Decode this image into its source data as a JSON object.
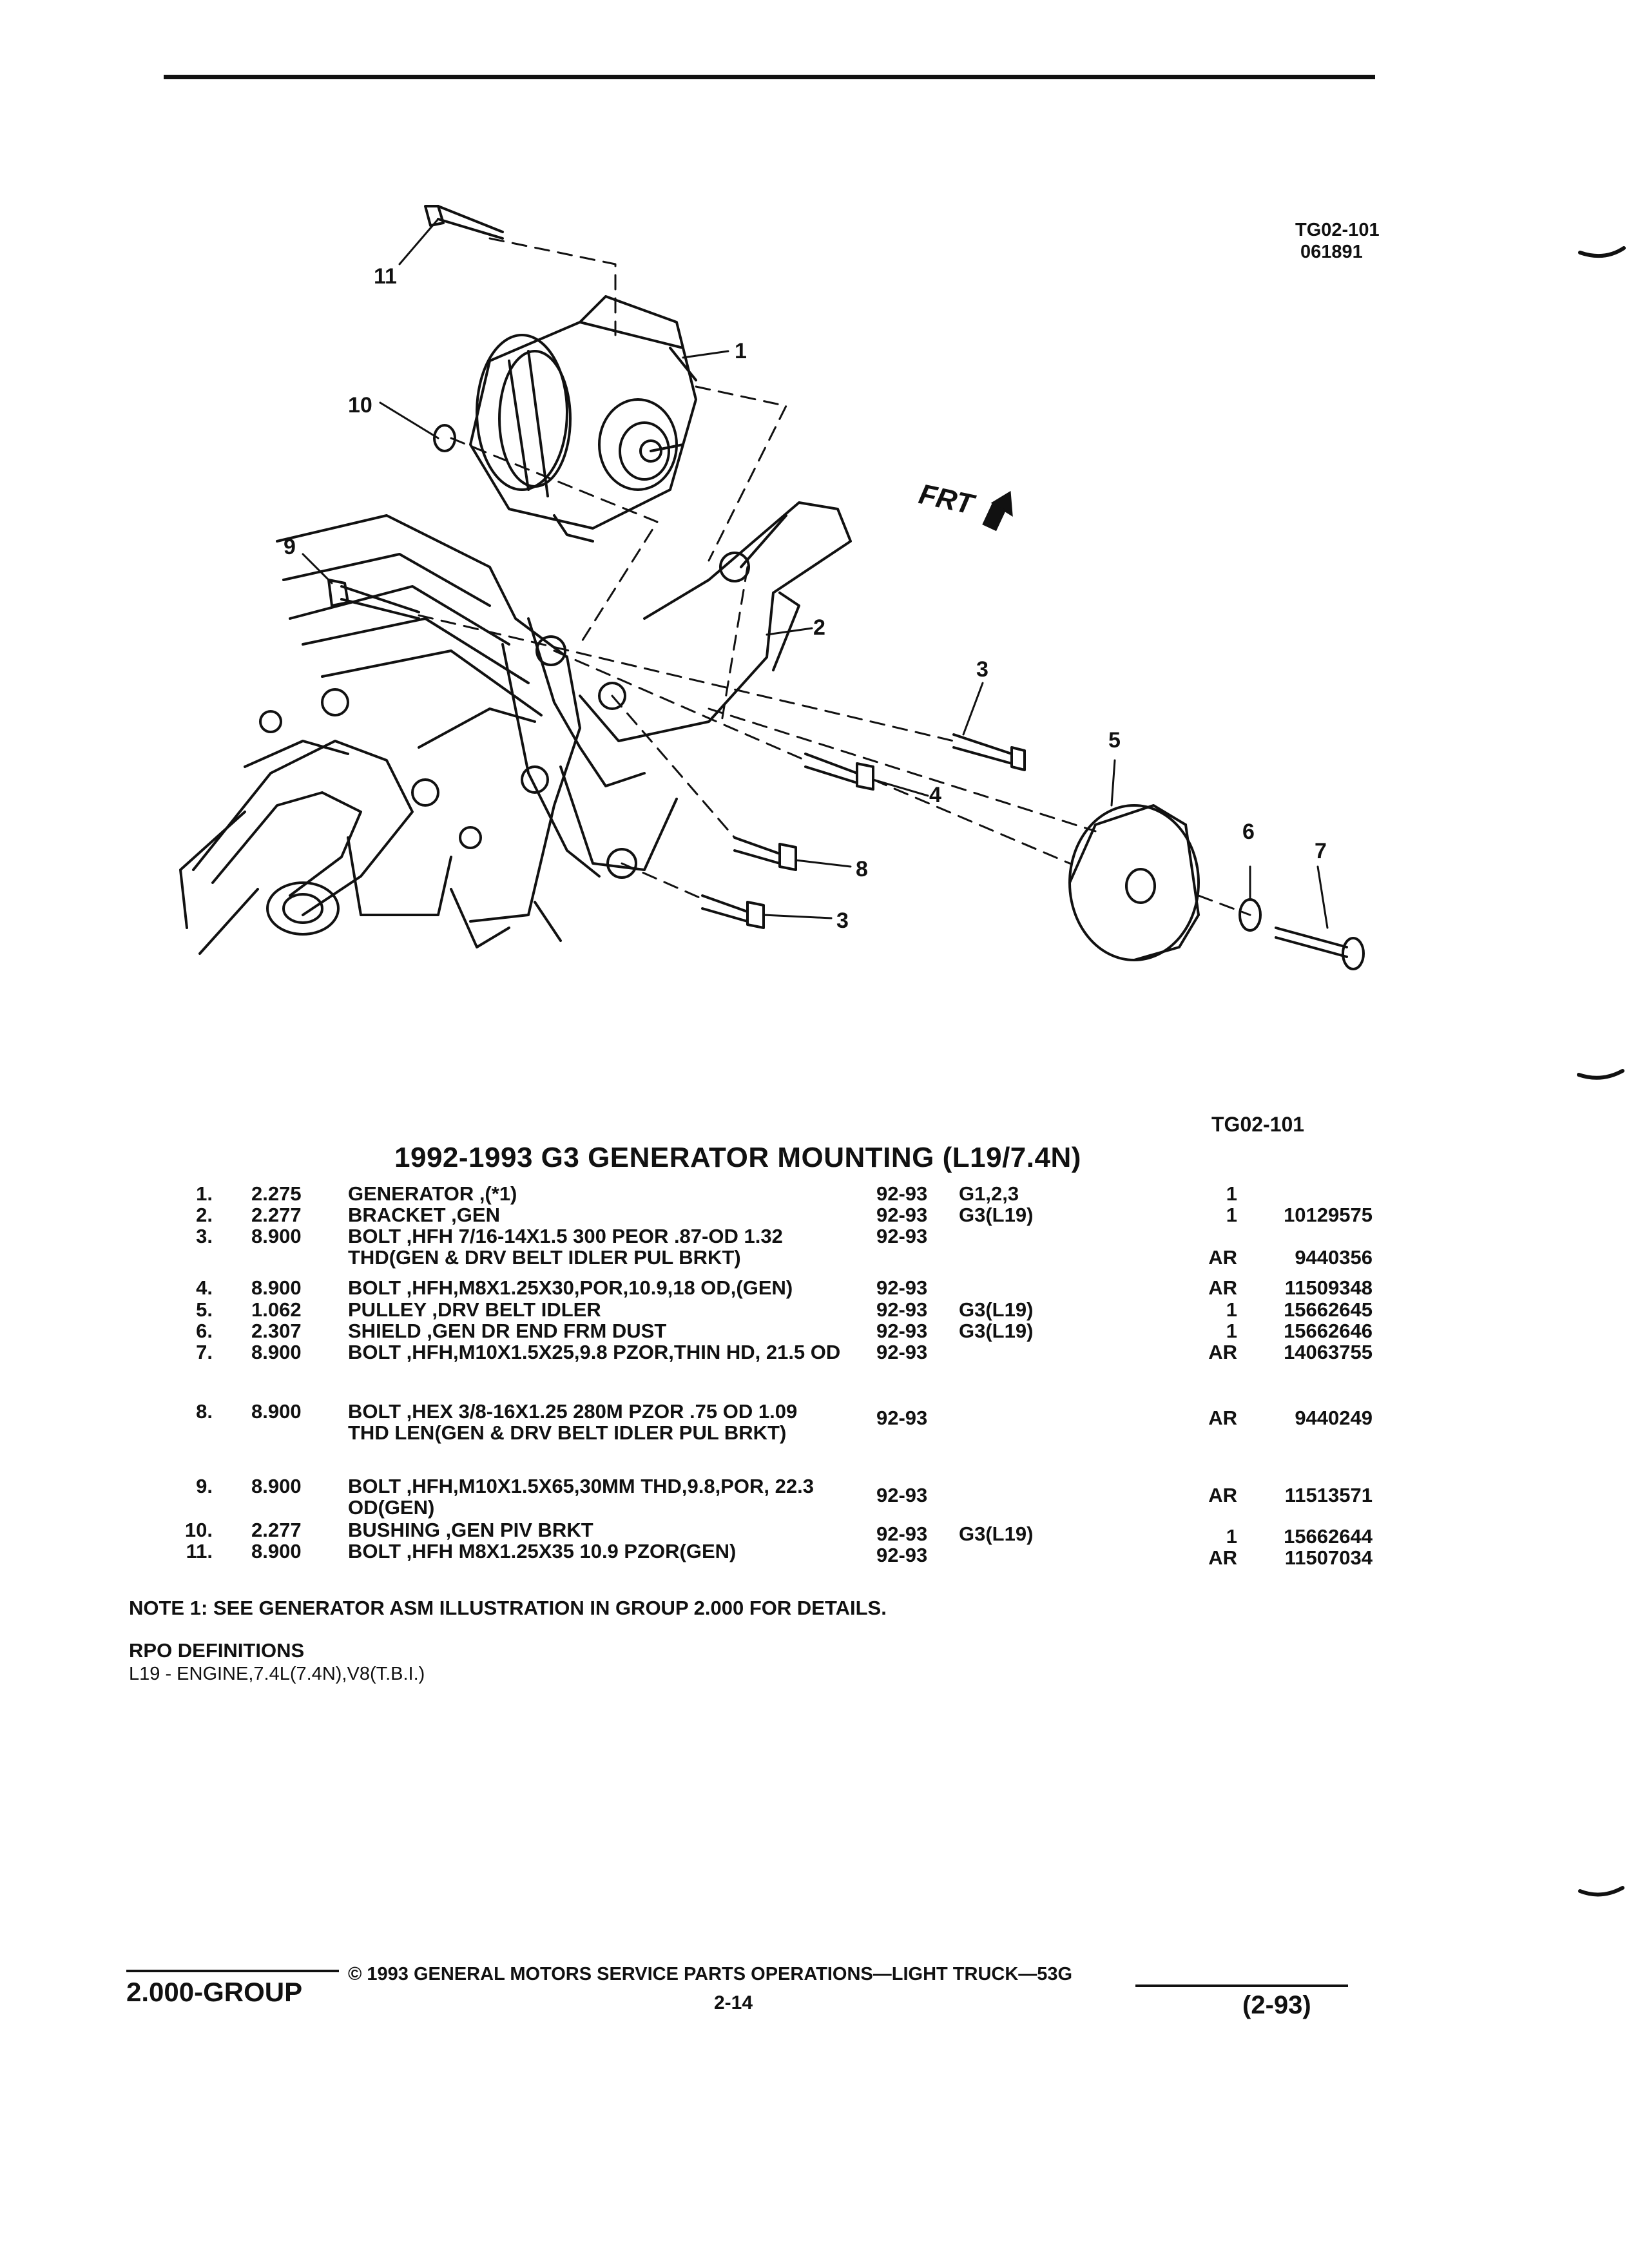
{
  "header": {
    "figure_code": "TG02-101",
    "figure_date": "061891",
    "figure_code_lower": "TG02-101"
  },
  "diagram": {
    "callouts": [
      "1",
      "2",
      "3",
      "3",
      "4",
      "5",
      "6",
      "7",
      "8",
      "9",
      "10",
      "11"
    ],
    "direction_label": "FRT"
  },
  "section_title": "1992-1993 G3 GENERATOR MOUNTING (L19/7.4N)",
  "parts": [
    {
      "no": "1.",
      "group": "2.275",
      "desc": "GENERATOR ,(*1)",
      "years": "92-93",
      "app": "G1,2,3",
      "qty": "1",
      "pn": ""
    },
    {
      "no": "2.",
      "group": "2.277",
      "desc": "BRACKET ,GEN",
      "years": "92-93",
      "app": "G3(L19)",
      "qty": "1",
      "pn": "10129575"
    },
    {
      "no": "3.",
      "group": "8.900",
      "desc": "BOLT ,HFH 7/16-14X1.5 300 PEOR .87-OD 1.32 THD(GEN & DRV BELT IDLER PUL BRKT)",
      "years": "92-93",
      "app": "",
      "qty": "AR",
      "pn": "9440356"
    },
    {
      "no": "4.",
      "group": "8.900",
      "desc": "BOLT ,HFH,M8X1.25X30,POR,10.9,18 OD,(GEN)",
      "years": "92-93",
      "app": "",
      "qty": "AR",
      "pn": "11509348"
    },
    {
      "no": "5.",
      "group": "1.062",
      "desc": "PULLEY ,DRV BELT IDLER",
      "years": "92-93",
      "app": "G3(L19)",
      "qty": "1",
      "pn": "15662645"
    },
    {
      "no": "6.",
      "group": "2.307",
      "desc": "SHIELD ,GEN DR END FRM DUST",
      "years": "92-93",
      "app": "G3(L19)",
      "qty": "1",
      "pn": "15662646"
    },
    {
      "no": "7.",
      "group": "8.900",
      "desc": "BOLT ,HFH,M10X1.5X25,9.8 PZOR,THIN HD, 21.5 OD",
      "years": "92-93",
      "app": "",
      "qty": "AR",
      "pn": "14063755"
    },
    {
      "no": "8.",
      "group": "8.900",
      "desc": "BOLT ,HEX 3/8-16X1.25 280M PZOR .75 OD 1.09 THD LEN(GEN & DRV BELT IDLER PUL BRKT)",
      "years": "92-93",
      "app": "",
      "qty": "AR",
      "pn": "9440249"
    },
    {
      "no": "9.",
      "group": "8.900",
      "desc": "BOLT ,HFH,M10X1.5X65,30MM THD,9.8,POR, 22.3 OD(GEN)",
      "years": "92-93",
      "app": "",
      "qty": "AR",
      "pn": "11513571"
    },
    {
      "no": "10.",
      "group": "2.277",
      "desc": "BUSHING ,GEN PIV BRKT",
      "years": "92-93",
      "app": "G3(L19)",
      "qty": "1",
      "pn": "15662644"
    },
    {
      "no": "11.",
      "group": "8.900",
      "desc": "BOLT ,HFH M8X1.25X35 10.9 PZOR(GEN)",
      "years": "92-93",
      "app": "",
      "qty": "AR",
      "pn": "11507034"
    }
  ],
  "note": "NOTE 1: SEE GENERATOR ASM ILLUSTRATION IN GROUP 2.000 FOR DETAILS.",
  "rpo": {
    "heading": "RPO DEFINITIONS",
    "definition": "L19 - ENGINE,7.4L(7.4N),V8(T.B.I.)"
  },
  "footer": {
    "group": "2.000-GROUP",
    "copyright": "© 1993 GENERAL MOTORS SERVICE PARTS OPERATIONS—LIGHT TRUCK—53G",
    "page": "2-14",
    "date": "(2-93)"
  }
}
